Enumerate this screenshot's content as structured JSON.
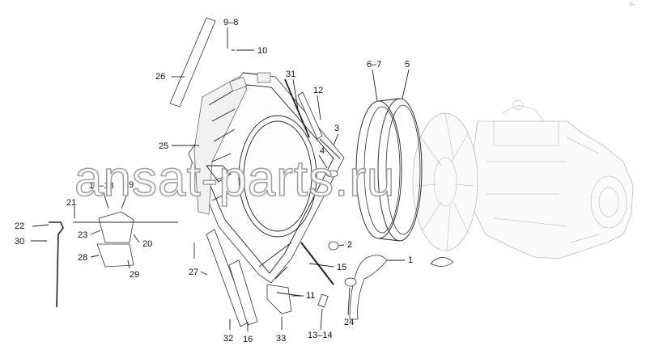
{
  "watermark": "ansat-parts.ru",
  "corner_mark": "P~",
  "callouts": [
    "9–8",
    "10",
    "26",
    "6–7",
    "5",
    "31",
    "12",
    "3",
    "25",
    "4",
    "17–18",
    "19",
    "21",
    "22",
    "23",
    "30",
    "20",
    "28",
    "29",
    "27",
    "2",
    "1",
    "15",
    "11",
    "24",
    "32",
    "16",
    "33",
    "13–14"
  ]
}
